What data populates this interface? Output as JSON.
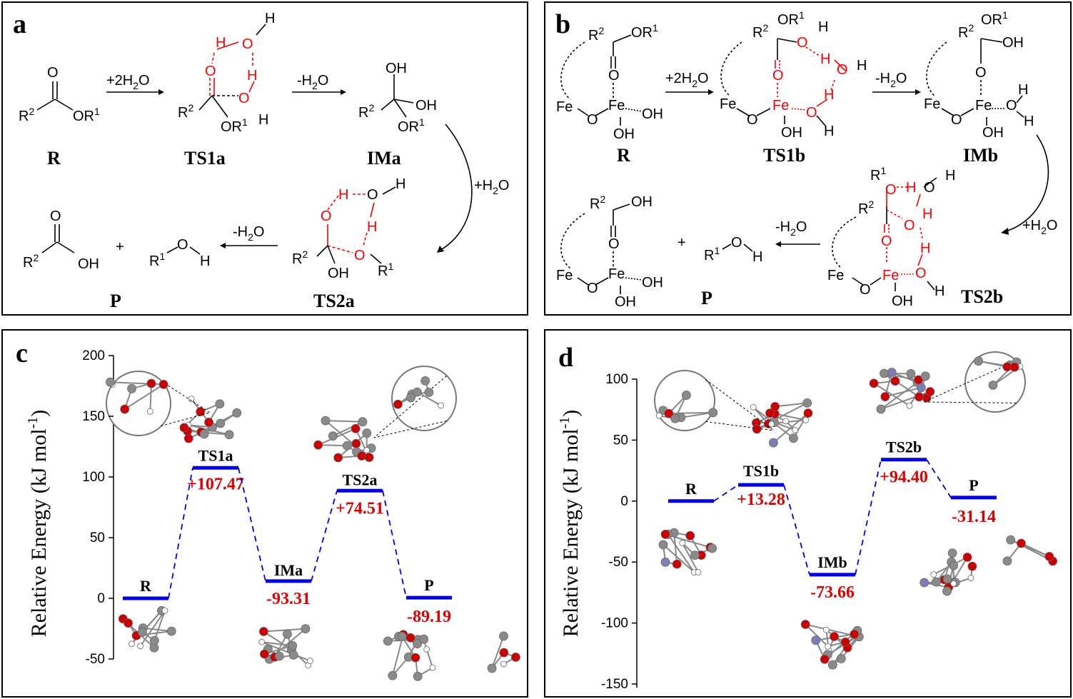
{
  "panels": {
    "a": "a",
    "b": "b",
    "c": "c",
    "d": "d"
  },
  "scheme_a": {
    "species": {
      "r": "R",
      "ts1": "TS1a",
      "im": "IMa",
      "ts2": "TS2a",
      "p": "P"
    },
    "arrows": {
      "add1": "+2H2O",
      "rem1": "-H2O",
      "add2": "+H2O",
      "rem2": "-H2O"
    },
    "plus": "+"
  },
  "scheme_b": {
    "species": {
      "r": "R",
      "ts1": "TS1b",
      "im": "IMb",
      "ts2": "TS2b",
      "p": "P"
    },
    "arrows": {
      "add1": "+2H2O",
      "rem1": "-H2O",
      "add2": "+H2O",
      "rem2": "-H2O"
    },
    "plus": "+"
  },
  "atoms": {
    "O": "O",
    "OH": "OH",
    "H": "H",
    "Fe": "Fe",
    "R1": "R1",
    "R2": "R2",
    "OR1": "OR1"
  },
  "colors": {
    "level": "#0000ee",
    "connector": "#0000ee",
    "value": "#e00000",
    "highlight": "#ff0000",
    "carbon": "#8a8a8a",
    "oxygen": "#cc0000",
    "hydrogen": "#ffffff",
    "iron": "#7d7db8"
  },
  "chart_data": [
    {
      "type": "energy-profile",
      "panel": "c",
      "ylabel": "Relative Energy (kJ mol-1)",
      "ylim": [
        -50,
        200
      ],
      "yticks": [
        -50,
        0,
        50,
        100,
        150,
        200
      ],
      "levels": [
        {
          "name": "R",
          "energy": 0,
          "label": ""
        },
        {
          "name": "TS1a",
          "energy": 107.47,
          "label": "+107.47"
        },
        {
          "name": "IMa",
          "energy": 14.16,
          "label": "-93.31"
        },
        {
          "name": "TS2a",
          "energy": 88.67,
          "label": "+74.51"
        },
        {
          "name": "P",
          "energy": 0.52,
          "label": "-89.19"
        }
      ]
    },
    {
      "type": "energy-profile",
      "panel": "d",
      "ylabel": "Relative Energy (kJ mol-1)",
      "ylim": [
        -150,
        100
      ],
      "yticks": [
        -150,
        -100,
        -50,
        0,
        50,
        100
      ],
      "levels": [
        {
          "name": "R",
          "energy": 0,
          "label": ""
        },
        {
          "name": "TS1b",
          "energy": 13.28,
          "label": "+13.28"
        },
        {
          "name": "IMb",
          "energy": -60.38,
          "label": "-73.66"
        },
        {
          "name": "TS2b",
          "energy": 34.02,
          "label": "+94.40"
        },
        {
          "name": "P",
          "energy": 2.88,
          "label": "-31.14"
        }
      ]
    }
  ]
}
